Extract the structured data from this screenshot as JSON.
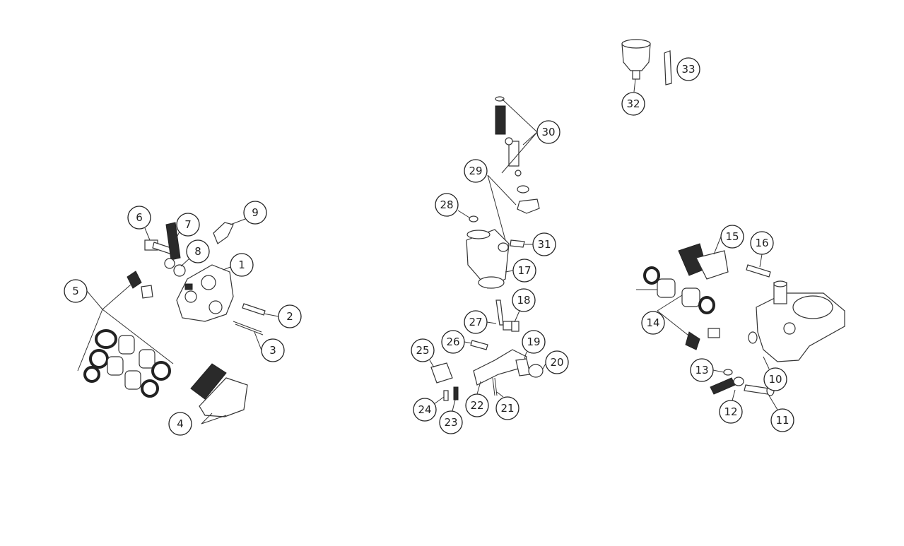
{
  "callouts": [
    "1",
    "2",
    "3",
    "4",
    "5",
    "6",
    "7",
    "8",
    "9",
    "10",
    "11",
    "12",
    "13",
    "14",
    "15",
    "16",
    "17",
    "18",
    "19",
    "20",
    "21",
    "22",
    "23",
    "24",
    "25",
    "26",
    "27",
    "28",
    "29",
    "30",
    "31",
    "32",
    "33"
  ],
  "colors": {
    "line": "#222222",
    "fill": "#ffffff",
    "shade": "#2a2a2a"
  }
}
